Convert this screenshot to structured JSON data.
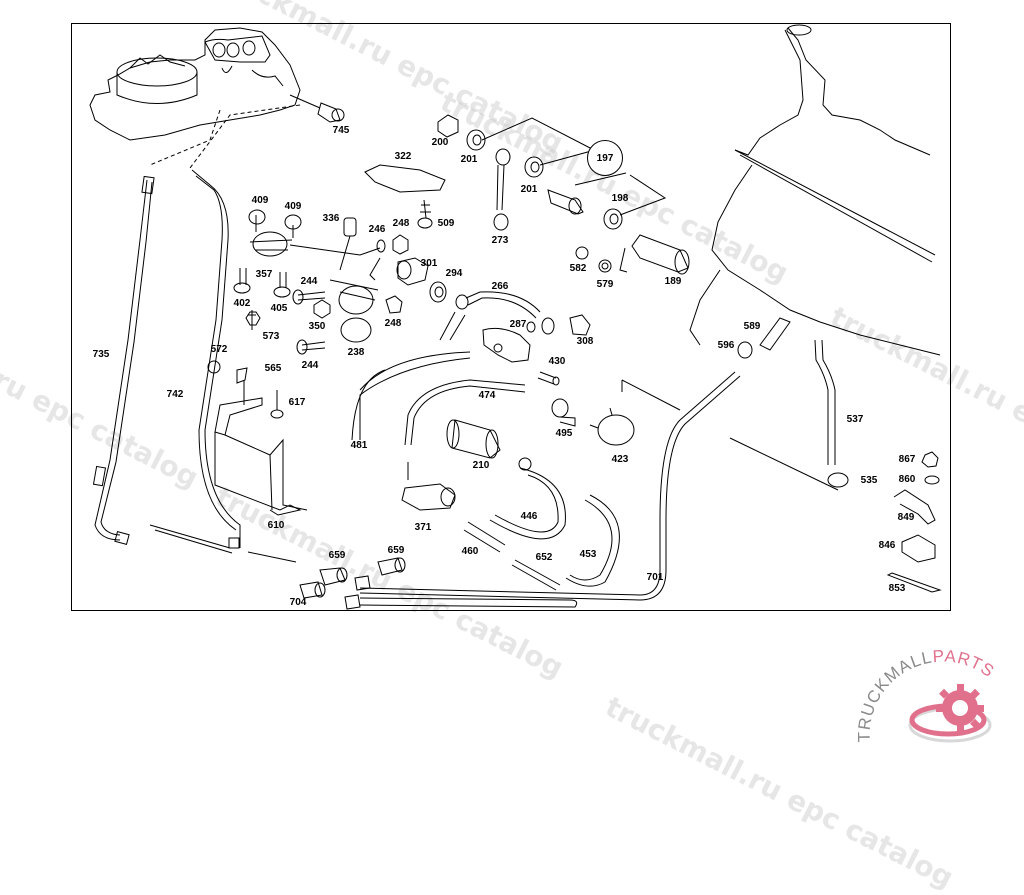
{
  "diagram": {
    "title": "Fuel system exploded parts diagram",
    "callout": {
      "number": "197"
    },
    "labels": [
      {
        "id": "745",
        "text": "745"
      },
      {
        "id": "200",
        "text": "200"
      },
      {
        "id": "201a",
        "text": "201"
      },
      {
        "id": "201b",
        "text": "201"
      },
      {
        "id": "198",
        "text": "198"
      },
      {
        "id": "322",
        "text": "322"
      },
      {
        "id": "509",
        "text": "509"
      },
      {
        "id": "273",
        "text": "273"
      },
      {
        "id": "409a",
        "text": "409"
      },
      {
        "id": "409b",
        "text": "409"
      },
      {
        "id": "336",
        "text": "336"
      },
      {
        "id": "246",
        "text": "246"
      },
      {
        "id": "248a",
        "text": "248"
      },
      {
        "id": "248b",
        "text": "248"
      },
      {
        "id": "357",
        "text": "357"
      },
      {
        "id": "301",
        "text": "301"
      },
      {
        "id": "294",
        "text": "294"
      },
      {
        "id": "582",
        "text": "582"
      },
      {
        "id": "579",
        "text": "579"
      },
      {
        "id": "189",
        "text": "189"
      },
      {
        "id": "402",
        "text": "402"
      },
      {
        "id": "405",
        "text": "405"
      },
      {
        "id": "244a",
        "text": "244"
      },
      {
        "id": "244b",
        "text": "244"
      },
      {
        "id": "350",
        "text": "350"
      },
      {
        "id": "238",
        "text": "238"
      },
      {
        "id": "266",
        "text": "266"
      },
      {
        "id": "287",
        "text": "287"
      },
      {
        "id": "308",
        "text": "308"
      },
      {
        "id": "573",
        "text": "573"
      },
      {
        "id": "572",
        "text": "572"
      },
      {
        "id": "565",
        "text": "565"
      },
      {
        "id": "617",
        "text": "617"
      },
      {
        "id": "430",
        "text": "430"
      },
      {
        "id": "474",
        "text": "474"
      },
      {
        "id": "481",
        "text": "481"
      },
      {
        "id": "495",
        "text": "495"
      },
      {
        "id": "423",
        "text": "423"
      },
      {
        "id": "210",
        "text": "210"
      },
      {
        "id": "735",
        "text": "735"
      },
      {
        "id": "742",
        "text": "742"
      },
      {
        "id": "610",
        "text": "610"
      },
      {
        "id": "589",
        "text": "589"
      },
      {
        "id": "596",
        "text": "596"
      },
      {
        "id": "537",
        "text": "537"
      },
      {
        "id": "535",
        "text": "535"
      },
      {
        "id": "867",
        "text": "867"
      },
      {
        "id": "860",
        "text": "860"
      },
      {
        "id": "849",
        "text": "849"
      },
      {
        "id": "846",
        "text": "846"
      },
      {
        "id": "853",
        "text": "853"
      },
      {
        "id": "371",
        "text": "371"
      },
      {
        "id": "446",
        "text": "446"
      },
      {
        "id": "460",
        "text": "460"
      },
      {
        "id": "652",
        "text": "652"
      },
      {
        "id": "453",
        "text": "453"
      },
      {
        "id": "701",
        "text": "701"
      },
      {
        "id": "659a",
        "text": "659"
      },
      {
        "id": "659b",
        "text": "659"
      },
      {
        "id": "704",
        "text": "704"
      }
    ]
  },
  "watermarks": [
    "truckmall.ru epc catalog",
    "truckmall.ru epc catalog",
    "truckmall.ru epc catalog",
    "truckmall.ru epc catalog",
    "truckmall.ru epc catalog"
  ],
  "logo": {
    "text_primary": "TRUCKMALL",
    "text_accent": "PARTS",
    "gray": "#8a8a8a",
    "accent": "#e0708c"
  }
}
